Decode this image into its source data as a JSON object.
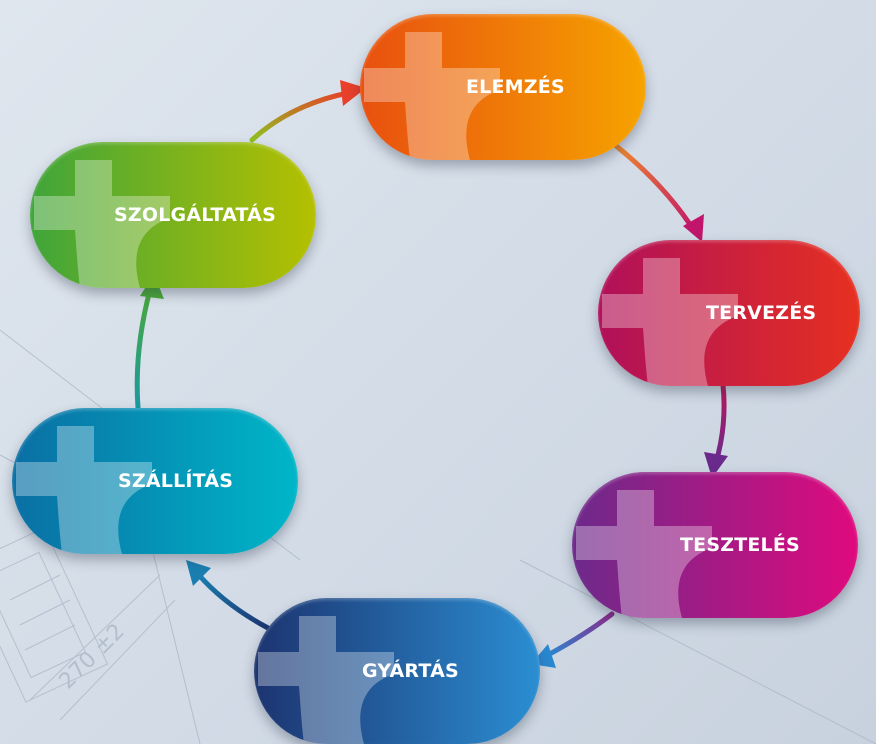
{
  "diagram": {
    "type": "cycle",
    "steps": [
      {
        "id": "elemzes",
        "label": "ELEMZÉS",
        "color_start": "#e8500f",
        "color_end": "#f6a300"
      },
      {
        "id": "tervezes",
        "label": "TERVEZÉS",
        "color_start": "#b0105a",
        "color_end": "#e63020"
      },
      {
        "id": "teszteles",
        "label": "TESZTELÉS",
        "color_start": "#6c2a8a",
        "color_end": "#df0a7e"
      },
      {
        "id": "gyartas",
        "label": "GYÁRTÁS",
        "color_start": "#1c3470",
        "color_end": "#2b8ed2"
      },
      {
        "id": "szallitas",
        "label": "SZÁLLÍTÁS",
        "color_start": "#0a6fa4",
        "color_end": "#00b6c8"
      },
      {
        "id": "szolgaltatas",
        "label": "SZOLGÁLTATÁS",
        "color_start": "#3fa53a",
        "color_end": "#b5c000"
      }
    ]
  },
  "background": {
    "drawing_annotation": "270 ±2"
  }
}
